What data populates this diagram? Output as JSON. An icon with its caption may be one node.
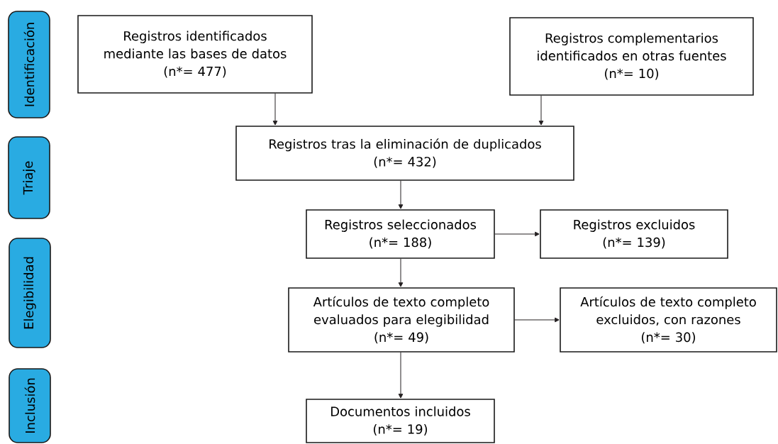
{
  "diagram": {
    "nodes": [
      {
        "text": [
          "Identificación"
        ]
      },
      {
        "text": [
          "Triaje"
        ]
      },
      {
        "text": [
          "Elegibilidad"
        ]
      },
      {
        "text": [
          "Inclusión"
        ]
      },
      {
        "text": [
          "Registros identificados mediante las bases de datos",
          "(n*= 477)"
        ]
      },
      {
        "text": [
          "Registros complementarios identificados en otras fuentes",
          "(n*= 10)"
        ]
      },
      {
        "text": [
          "Registros tras la eliminación de duplicados",
          "(n*= 432)"
        ]
      },
      {
        "text": [
          "Registros seleccionados",
          "(n*= 188)"
        ]
      },
      {
        "text": [
          "Registros excluidos",
          "(n*= 139)"
        ]
      },
      {
        "text": [
          "Artículos de texto completo evaluados para elegibilidad",
          "(n*= 49)"
        ]
      },
      {
        "text": [
          "Artículos de texto completo excluidos, con razones",
          "(n*= 30)"
        ]
      },
      {
        "text": [
          "Documentos incluidos",
          "(n*= 19)"
        ]
      }
    ],
    "edges": [
      {
        "from": 4,
        "to": 6,
        "arrow": "to"
      },
      {
        "from": 5,
        "to": 6,
        "arrow": "to"
      },
      {
        "from": 6,
        "to": 7,
        "arrow": "to"
      },
      {
        "from": 7,
        "to": 8,
        "arrow": "to"
      },
      {
        "from": 7,
        "to": 9,
        "arrow": "to"
      },
      {
        "from": 9,
        "to": 10,
        "arrow": "to"
      },
      {
        "from": 9,
        "to": 11,
        "arrow": "to"
      }
    ]
  }
}
